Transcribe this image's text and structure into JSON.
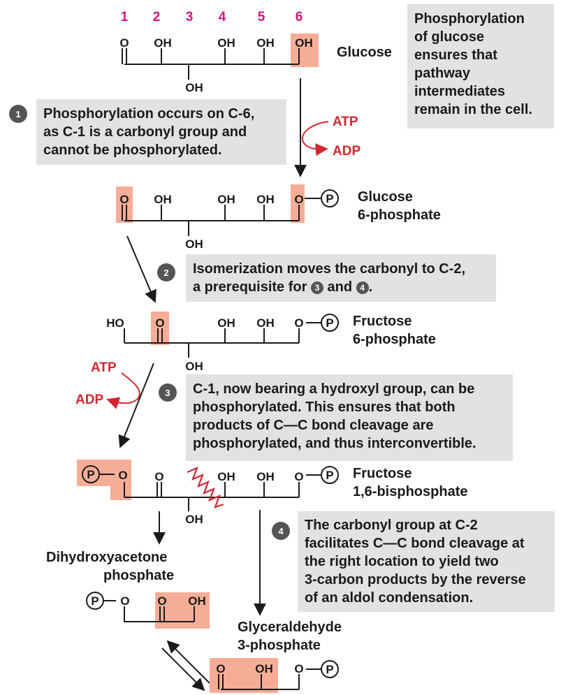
{
  "carbon_numbers": [
    "1",
    "2",
    "3",
    "4",
    "5",
    "6"
  ],
  "atoms": {
    "O": "O",
    "OH": "OH",
    "HO": "HO",
    "P": "P"
  },
  "molecules": {
    "glucose": "Glucose",
    "g6p": [
      "Glucose",
      "6-phosphate"
    ],
    "f6p": [
      "Fructose",
      "6-phosphate"
    ],
    "f16bp": [
      "Fructose",
      "1,6-bisphosphate"
    ],
    "dhap": [
      "Dihydroxyacetone",
      "phosphate"
    ],
    "g3p": [
      "Glyceraldehyde",
      "3-phosphate"
    ]
  },
  "cofactors": {
    "atp": "ATP",
    "adp": "ADP"
  },
  "step_numbers": [
    "1",
    "2",
    "3",
    "4"
  ],
  "notes": {
    "top_right": [
      "Phosphorylation",
      "of glucose",
      "ensures that",
      "pathway",
      "intermediates",
      "remain in the cell."
    ],
    "step1": [
      "Phosphorylation occurs on C-6,",
      "as C-1 is a carbonyl group and",
      "cannot be phosphorylated."
    ],
    "step2": {
      "line1": "Isomerization moves the carbonyl to C-2,",
      "line2_prefix": "a prerequisite for ",
      "ref_a": "3",
      "mid": " and ",
      "ref_b": "4",
      "suffix": "."
    },
    "step3": [
      "C-1, now bearing a hydroxyl group, can be",
      "phosphorylated. This ensures that both",
      "products of C—C bond cleavage are",
      "phosphorylated, and thus interconvertible."
    ],
    "step4": [
      "The carbonyl group at C-2",
      "facilitates C—C bond cleavage at",
      "the right location to yield two",
      "3-carbon products by the reverse",
      "of an aldol condensation."
    ]
  },
  "colors": {
    "highlight": "#f6ad97",
    "note_bg": "#e2e2e2",
    "accent_red": "#d22630",
    "carbon_number": "#d4147c",
    "step_circle": "#555555"
  }
}
